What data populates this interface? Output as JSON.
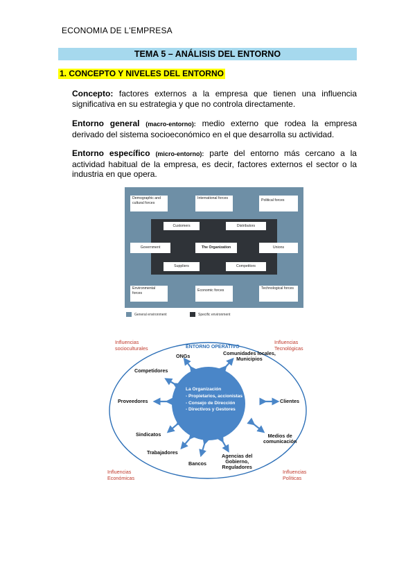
{
  "header": "ECONOMIA DE L'EMPRESA",
  "title": "TEMA 5 – ANÁLISIS DEL ENTORNO",
  "section": "1.  CONCEPTO Y NIVELES DEL ENTORNO",
  "paragraphs": {
    "concepto": {
      "term": "Concepto:",
      "text": " factores externos a la empresa que tienen una influencia significativa en su estrategia y que no controla directamente."
    },
    "general": {
      "term": "Entorno general",
      "qualifier": "(macro-entorno):",
      "text": " medio externo que rodea la empresa derivado del sistema socioeconómico en el que desarrolla su actividad."
    },
    "especifico": {
      "term": "Entorno específico",
      "qualifier": "(micro-entorno):",
      "text": " parte del entorno más cercano a la actividad habitual de la empresa, es decir, factores externos el sector o la industria en que opera."
    }
  },
  "figure1": {
    "colors": {
      "general": "#6e8fa6",
      "specific": "#2f3338"
    },
    "general_forces": {
      "demographic": "Demographic and cultural forces",
      "international": "International forces",
      "political": "Political forces",
      "environmental": "Environmental forces",
      "economic": "Economic forces",
      "technological": "Technological forces"
    },
    "specific_forces": {
      "customers": "Customers",
      "distributors": "Distributors",
      "government": "Government",
      "organization": "The Organization",
      "unions": "Unions",
      "suppliers": "Suppliers",
      "competitors": "Competitors"
    },
    "legend": {
      "general": "General environment",
      "specific": "Specific environment"
    }
  },
  "figure2": {
    "colors": {
      "ellipse": "#2c6fb7",
      "center": "#4a86c8",
      "arrow": "#4a86c8",
      "red": "#c0392b"
    },
    "operative_label": "ENTORNO OPERATIVO",
    "corners": {
      "top_left": [
        "Influencias",
        "socioculturales"
      ],
      "top_right": [
        "Influencias",
        "Tecnológicas"
      ],
      "bottom_left": [
        "Influencias",
        "Económicas"
      ],
      "bottom_right": [
        "Influencias",
        "Políticas"
      ]
    },
    "center": {
      "title": "La Organización",
      "items": [
        "- Propietarios, accionistas",
        "- Consejo de Dirección",
        "- Directivos y Gestores"
      ]
    },
    "nodes": {
      "ongs": "ONGs",
      "comunidades": [
        "Comunidades locales,",
        "Municipios"
      ],
      "competidores": "Competidores",
      "proveedores": "Proveedores",
      "clientes": "Clientes",
      "sindicatos": "Sindicatos",
      "medios": [
        "Medios de",
        "comunicación"
      ],
      "trabajadores": "Trabajadores",
      "bancos": "Bancos",
      "agencias": [
        "Agencias del",
        "Gobierno,",
        "Reguladores"
      ]
    }
  }
}
